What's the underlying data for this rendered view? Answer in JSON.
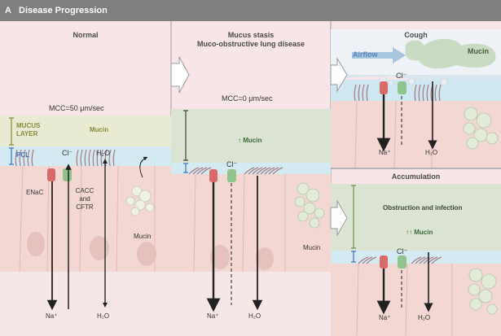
{
  "header": {
    "panel_letter": "A",
    "title": "Disease Progression"
  },
  "panels": {
    "normal": {
      "title": "Normal",
      "mcc": "MCC=50 μm/sec",
      "mucus_layer_label": "MUCUS LAYER",
      "pcl_label": "PCL",
      "mucin_label": "Mucin",
      "cl_label": "Cl⁻",
      "h2o_label": "H₂O",
      "enac_label": "ENaC",
      "cacc_cftr_label": "CACC and CFTR",
      "granule_mucin_label": "Mucin",
      "na_bottom": "Na⁺",
      "h2o_bottom": "H₂O"
    },
    "stasis": {
      "title_line1": "Mucus stasis",
      "title_line2": "Muco-obstructive lung disease",
      "mcc": "MCC=0 μm/sec",
      "mucin_label": "↑ Mucin",
      "cl_label": "Cl⁻",
      "granule_mucin_label": "Mucin",
      "na_bottom": "Na⁺",
      "h2o_bottom": "H₂O"
    },
    "cough": {
      "title": "Cough",
      "airflow_label": "Airflow",
      "mucin_label": "Mucin",
      "cl_label": "Cl⁻",
      "na_label": "Na⁺",
      "h2o_label": "H₂O"
    },
    "accumulation": {
      "title": "Accumulation",
      "obstruction_label": "Obstruction and infection",
      "mucin_label": "↑↑ Mucin",
      "cl_label": "Cl⁻",
      "na_label": "Na⁺",
      "h2o_label": "H₂O"
    }
  },
  "colors": {
    "header_bg": "#7d7f80",
    "mucus": "#dfe5c9",
    "mucus_thick": "#c9dcc3",
    "pcl": "#cfe7f1",
    "epithelium": "#f4d6d3",
    "cilia": "#a97f86",
    "enac": "#d96a6a",
    "cacc": "#8fc48c",
    "airflow": "#8fb5d6",
    "marker_olive": "#8a8a3a",
    "marker_blue": "#3f6fb3"
  }
}
